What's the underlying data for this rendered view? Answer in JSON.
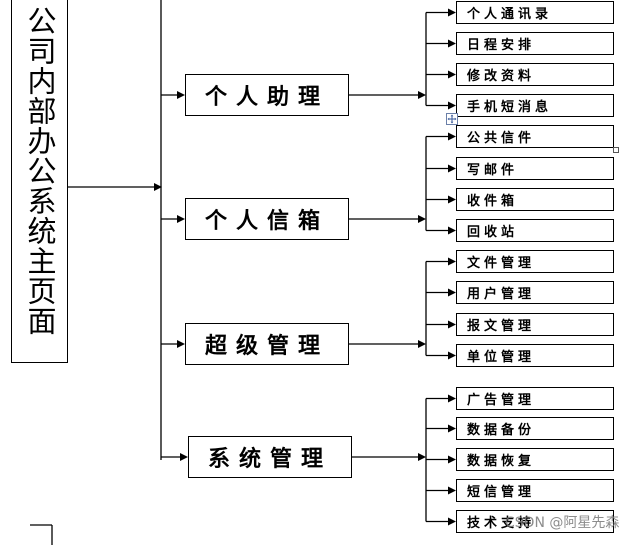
{
  "root": {
    "label": "公司内部办公系统主页面"
  },
  "modules": [
    {
      "label": "个人助理",
      "items": [
        "个人通讯录",
        "日程安排",
        "修改资料",
        "手机短消息"
      ]
    },
    {
      "label": "个人信箱",
      "items": [
        "公共信件",
        "写邮件",
        "收件箱",
        "回收站"
      ]
    },
    {
      "label": "超级管理",
      "items": [
        "文件管理",
        "用户管理",
        "报文管理",
        "单位管理"
      ]
    },
    {
      "label": "系统管理",
      "items": [
        "广告管理",
        "数据备份",
        "数据恢复",
        "短信管理",
        "技术支持"
      ]
    }
  ],
  "watermark": "CSDN @阿星先森",
  "line_color": "#000000"
}
